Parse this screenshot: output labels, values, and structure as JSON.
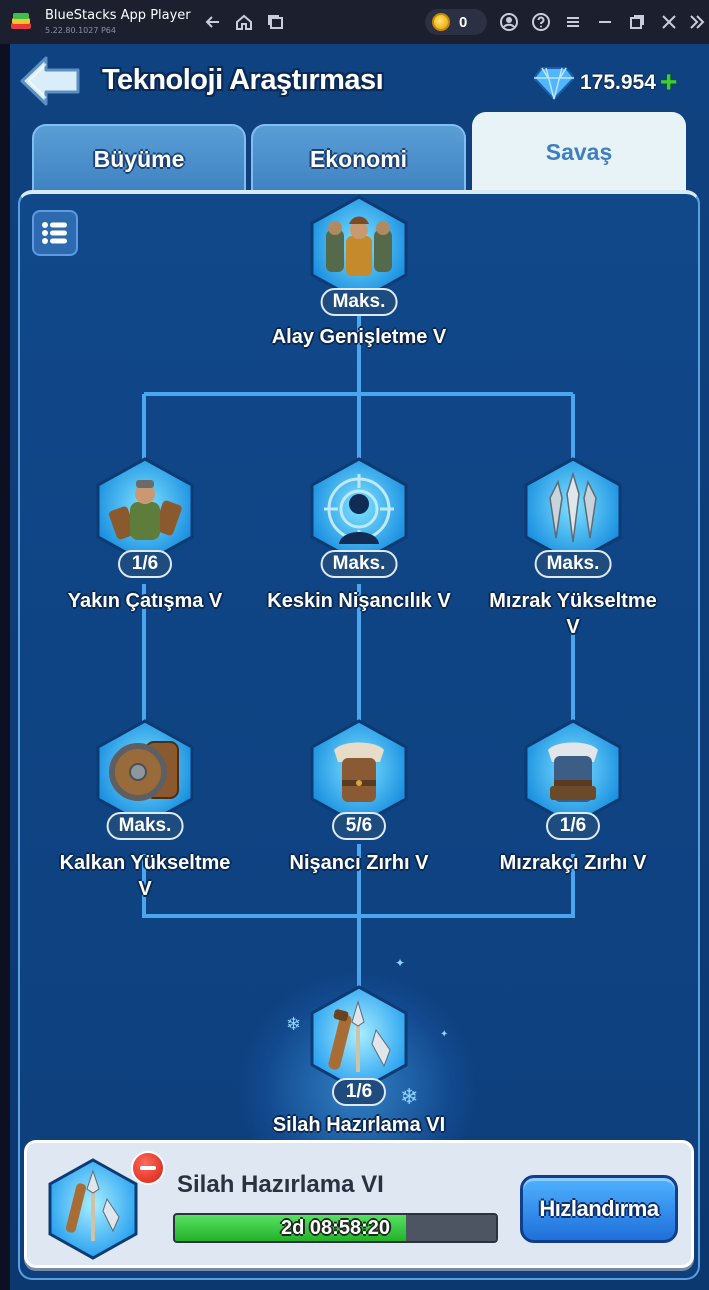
{
  "window": {
    "app_title": "BlueStacks App Player",
    "version": "5.22.80.1027  P64",
    "coins": "0"
  },
  "header": {
    "title": "Teknoloji Araştırması",
    "gems": "175.954"
  },
  "tabs": [
    {
      "label": "Büyüme",
      "active": false
    },
    {
      "label": "Ekonomi",
      "active": false
    },
    {
      "label": "Savaş",
      "active": true
    }
  ],
  "tree": {
    "top": {
      "name": "Alay Genişletme V",
      "level": "Maks."
    },
    "row1": [
      {
        "name": "Yakın Çatışma V",
        "level": "1/6"
      },
      {
        "name": "Keskin Nişancılık V",
        "level": "Maks."
      },
      {
        "name": "Mızrak Yükseltme",
        "name2": "V",
        "level": "Maks."
      }
    ],
    "row2": [
      {
        "name": "Kalkan Yükseltme",
        "name2": "V",
        "level": "Maks."
      },
      {
        "name": "Nişancı Zırhı V",
        "level": "5/6"
      },
      {
        "name": "Mızrakçı Zırhı V",
        "level": "1/6"
      }
    ],
    "bottom": {
      "name": "Silah Hazırlama VI",
      "level": "1/6"
    }
  },
  "research": {
    "name": "Silah Hazırlama VI",
    "timer": "2d 08:58:20",
    "progress": 0.72,
    "speedup_label": "Hızlandırma"
  },
  "colors": {
    "panel": "#0e3f7c",
    "line": "#4aa6ee",
    "progress_fill": "#22b22a",
    "speedup": "#1f6fd9"
  }
}
